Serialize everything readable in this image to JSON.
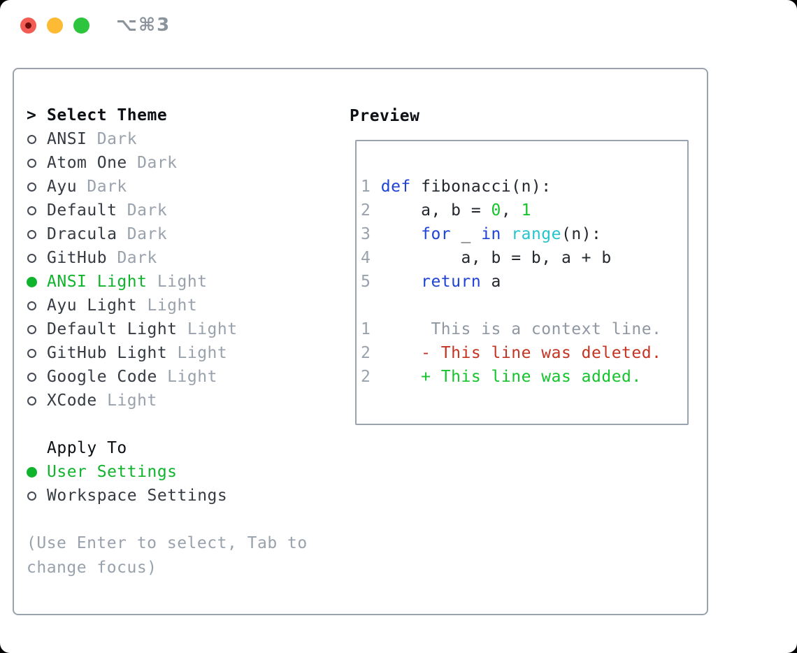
{
  "colors": {
    "panel_border": "#99a2ad",
    "text_dark": "#363b43",
    "text_black": "#0c0f14",
    "gray": "#99a2ac",
    "selection_green": "#10b42c",
    "code_green": "#15c32c",
    "code_blue": "#1e43d5",
    "code_cyan": "#27c4ce",
    "diff_red": "#c43422"
  },
  "titlebar": {
    "shortcut": "⌥⌘3",
    "traffic_lights": [
      {
        "name": "close",
        "color": "#f25c54",
        "dot": "#6d0d0d"
      },
      {
        "name": "minimize",
        "color": "#fcba35",
        "dot": ""
      },
      {
        "name": "zoom",
        "color": "#2dc53d",
        "dot": ""
      }
    ]
  },
  "theme_selector": {
    "header_prefix": ">",
    "header": "Select Theme",
    "items": [
      {
        "name": "ANSI",
        "variant": "Dark",
        "selected": false
      },
      {
        "name": "Atom One",
        "variant": "Dark",
        "selected": false
      },
      {
        "name": "Ayu",
        "variant": "Dark",
        "selected": false
      },
      {
        "name": "Default",
        "variant": "Dark",
        "selected": false
      },
      {
        "name": "Dracula",
        "variant": "Dark",
        "selected": false
      },
      {
        "name": "GitHub",
        "variant": "Dark",
        "selected": false
      },
      {
        "name": "ANSI Light",
        "variant": "Light",
        "selected": true
      },
      {
        "name": "Ayu Light",
        "variant": "Light",
        "selected": false
      },
      {
        "name": "Default Light",
        "variant": "Light",
        "selected": false
      },
      {
        "name": "GitHub Light",
        "variant": "Light",
        "selected": false
      },
      {
        "name": "Google Code",
        "variant": "Light",
        "selected": false
      },
      {
        "name": "XCode",
        "variant": "Light",
        "selected": false
      }
    ]
  },
  "apply_to": {
    "header": "Apply To",
    "options": [
      {
        "name": "User Settings",
        "selected": true
      },
      {
        "name": "Workspace Settings",
        "selected": false
      }
    ]
  },
  "help_lines": [
    "(Use Enter to select, Tab to",
    "change focus)"
  ],
  "preview": {
    "header": "Preview",
    "code_lines": [
      [
        [
          "num",
          "1"
        ],
        [
          "plain",
          " "
        ],
        [
          "kw",
          "def"
        ],
        [
          "plain",
          " fibonacci(n):"
        ]
      ],
      [
        [
          "num",
          "2"
        ],
        [
          "plain",
          "     a, b = "
        ],
        [
          "grn",
          "0"
        ],
        [
          "plain",
          ", "
        ],
        [
          "grn",
          "1"
        ]
      ],
      [
        [
          "num",
          "3"
        ],
        [
          "plain",
          "     "
        ],
        [
          "kw",
          "for"
        ],
        [
          "plain",
          " _ "
        ],
        [
          "kw",
          "in"
        ],
        [
          "plain",
          " "
        ],
        [
          "fn",
          "range"
        ],
        [
          "plain",
          "(n):"
        ]
      ],
      [
        [
          "num",
          "4"
        ],
        [
          "plain",
          "         a, b = b, a + b"
        ]
      ],
      [
        [
          "num",
          "5"
        ],
        [
          "plain",
          "     "
        ],
        [
          "kw",
          "return"
        ],
        [
          "plain",
          " a"
        ]
      ],
      [],
      [
        [
          "num",
          "1"
        ],
        [
          "ctx",
          "      This is a context line."
        ]
      ],
      [
        [
          "num",
          "2"
        ],
        [
          "del",
          "     - This line was deleted."
        ]
      ],
      [
        [
          "num",
          "2"
        ],
        [
          "add",
          "     + This line was added."
        ]
      ]
    ]
  }
}
